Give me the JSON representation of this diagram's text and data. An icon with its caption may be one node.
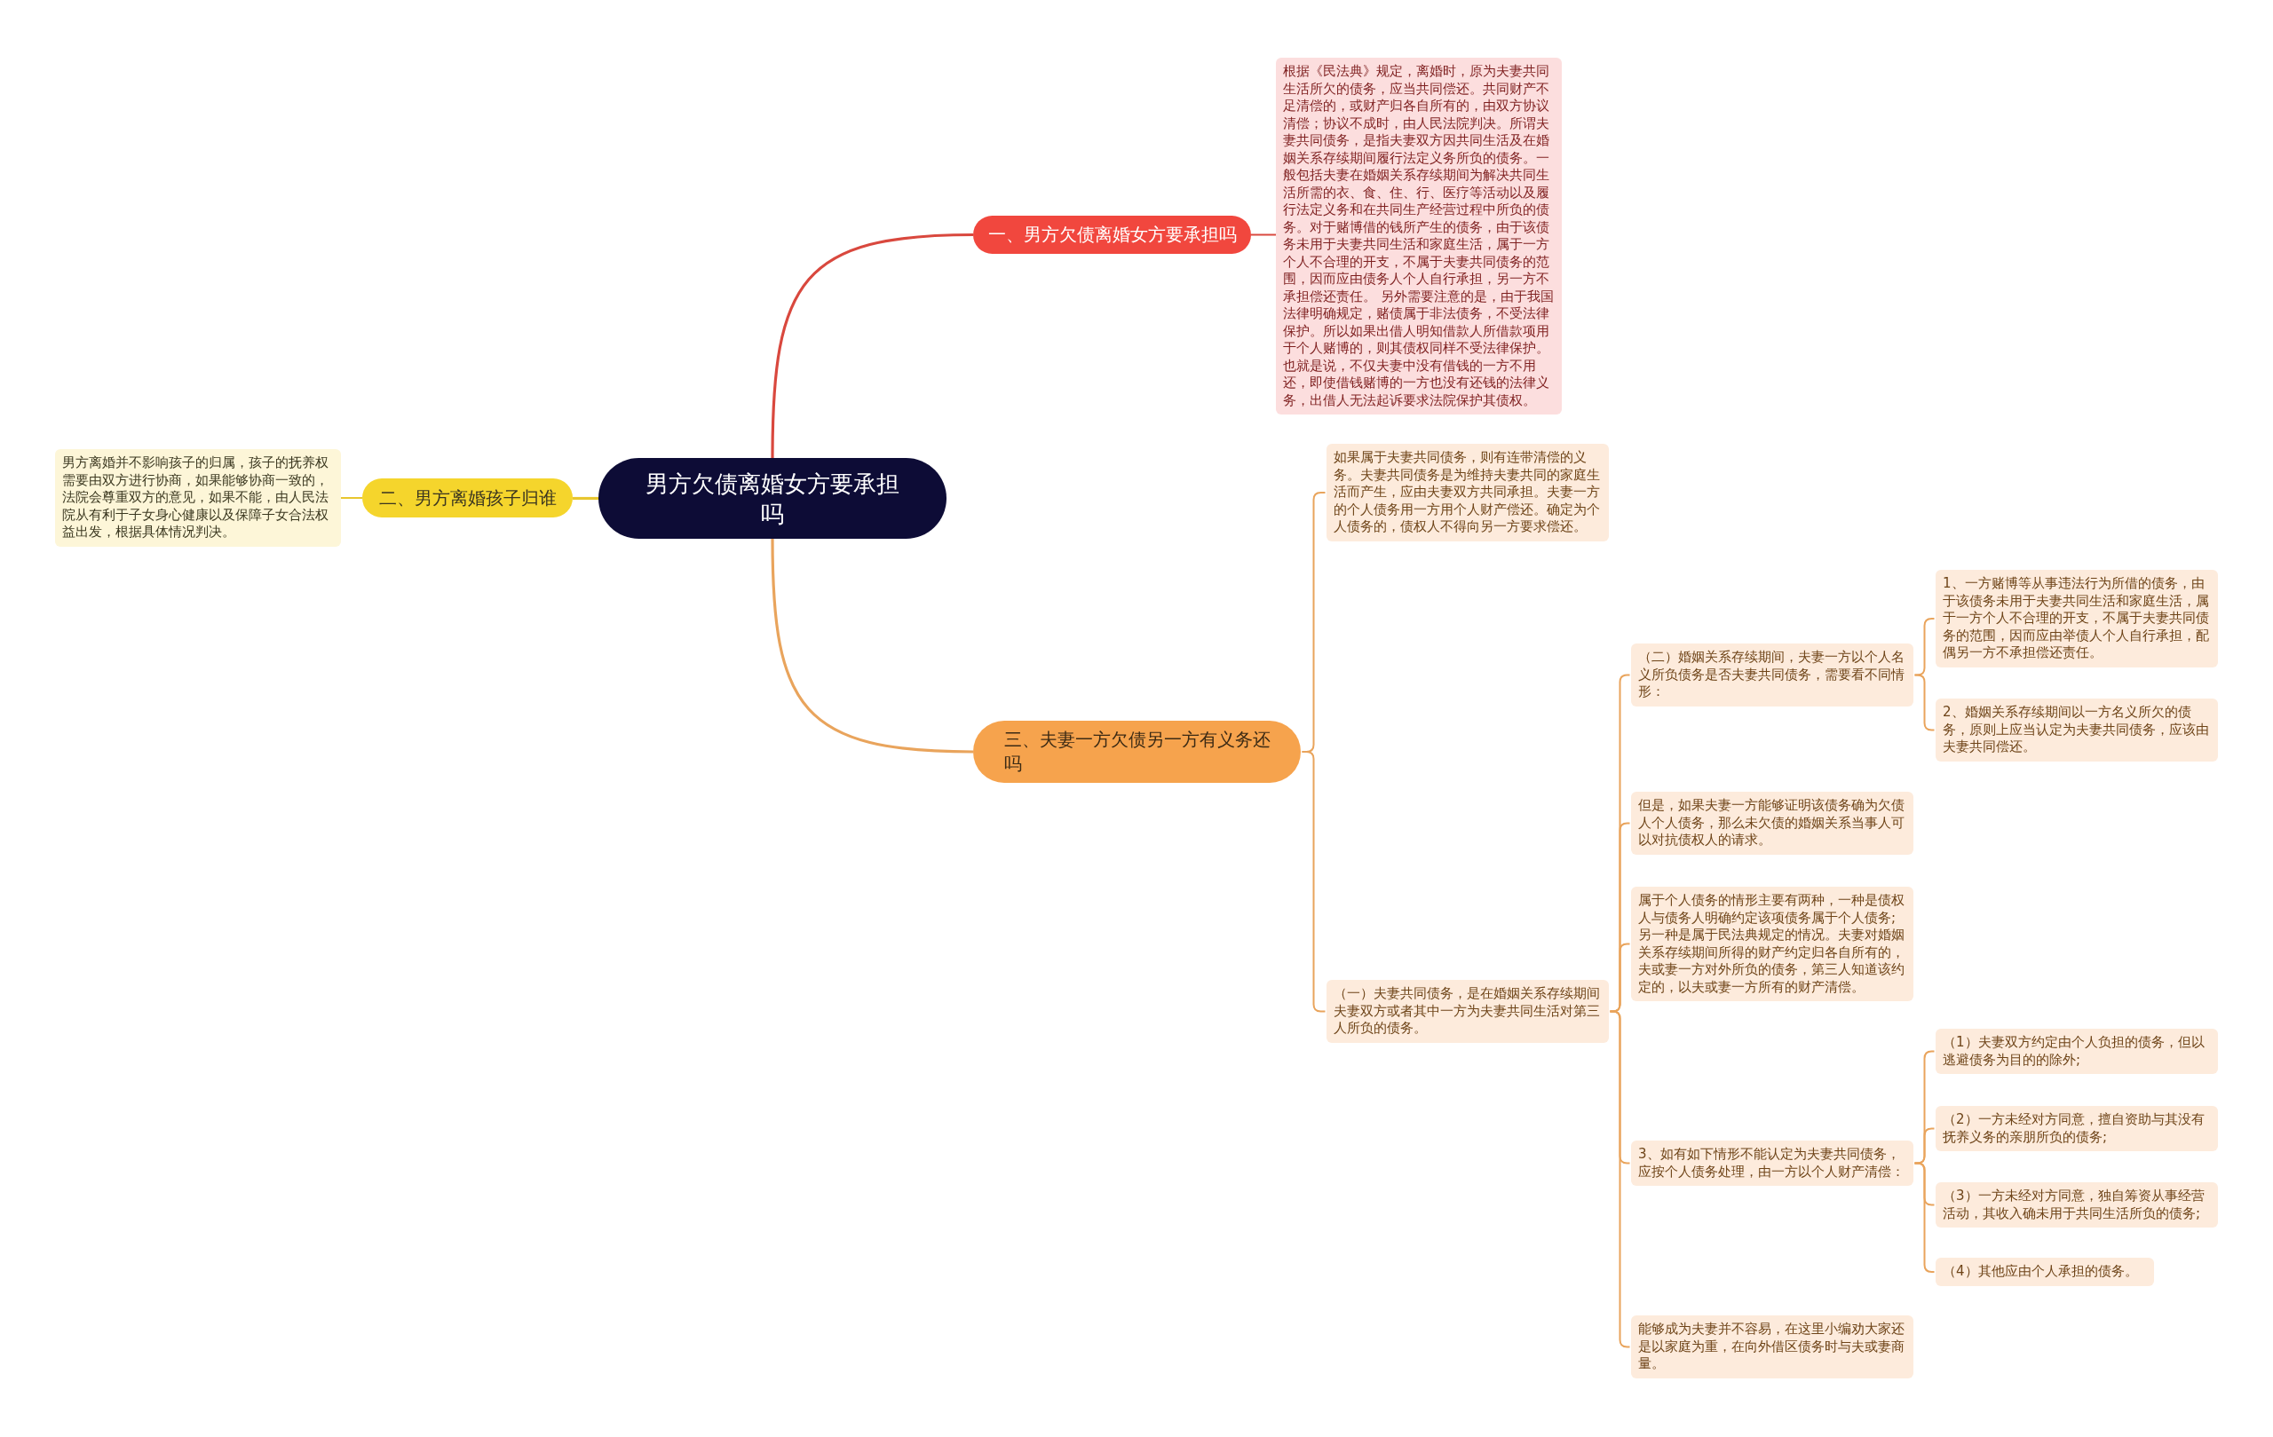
{
  "diagram": {
    "nodes": [
      {
        "text": [
          "男方欠债离婚女方要承担吗"
        ]
      },
      {
        "text": [
          "一、男方欠债离婚女方要承担吗"
        ]
      },
      {
        "text": [
          "根据《民法典》规定，离婚时，原为夫妻共同生活所欠的债务，应当共同偿还。共同财产不足清偿的，或财产归各自所有的，由双方协议清偿；协议不成时，由人民法院判决。所谓夫妻共同债务，是指夫妻双方因共同生活及在婚姻关系存续期间履行法定义务所负的债务。一般包括夫妻在婚姻关系存续期间为解决共同生活所需的衣、食、住、行、医疗等活动以及履行法定义务和在共同生产经营过程中所负的债务。对于赌博借的钱所产生的债务，由于该债务未用于夫妻共同生活和家庭生活，属于一方个人不合理的开支，不属于夫妻共同债务的范围，因而应由债务人个人自行承担，另一方不承担偿还责任。 另外需要注意的是，由于我国法律明确规定，赌债属于非法债务，不受法律保护。所以如果出借人明知借款人所借款项用于个人赌博的，则其债权同样不受法律保护。也就是说，不仅夫妻中没有借钱的一方不用还，即使借钱赌博的一方也没有还钱的法律义务，出借人无法起诉要求法院保护其债权。"
        ]
      },
      {
        "text": [
          "二、男方离婚孩子归谁"
        ]
      },
      {
        "text": [
          "男方离婚并不影响孩子的归属，孩子的抚养权需要由双方进行协商，如果能够协商一致的，法院会尊重双方的意见，如果不能，由人民法院从有利于子女身心健康以及保障子女合法权益出发，根据具体情况判决。"
        ]
      },
      {
        "text": [
          "三、夫妻一方欠债另一方有义务还吗"
        ]
      },
      {
        "text": [
          "如果属于夫妻共同债务，则有连带清偿的义务。夫妻共同债务是为维持夫妻共同的家庭生活而产生，应由夫妻双方共同承担。夫妻一方的个人债务用一方用个人财产偿还。确定为个人债务的，债权人不得向另一方要求偿还。"
        ]
      },
      {
        "text": [
          "（一）夫妻共同债务，是在婚姻关系存续期间夫妻双方或者其中一方为夫妻共同生活对第三人所负的债务。"
        ]
      },
      {
        "text": [
          "（二）婚姻关系存续期间，夫妻一方以个人名义所负债务是否夫妻共同债务，需要看不同情形："
        ]
      },
      {
        "text": [
          "1、一方赌博等从事违法行为所借的债务，由于该债务未用于夫妻共同生活和家庭生活，属于一方个人不合理的开支，不属于夫妻共同债务的范围，因而应由举债人个人自行承担，配偶另一方不承担偿还责任。"
        ]
      },
      {
        "text": [
          "2、婚姻关系存续期间以一方名义所欠的债务，原则上应当认定为夫妻共同债务，应该由夫妻共同偿还。"
        ]
      },
      {
        "text": [
          "但是，如果夫妻一方能够证明该债务确为欠债人个人债务，那么未欠债的婚姻关系当事人可以对抗债权人的请求。"
        ]
      },
      {
        "text": [
          "属于个人债务的情形主要有两种，一种是债权人与债务人明确约定该项债务属于个人债务;另一种是属于民法典规定的情况。夫妻对婚姻关系存续期间所得的财产约定归各自所有的，夫或妻一方对外所负的债务，第三人知道该约定的，以夫或妻一方所有的财产清偿。"
        ]
      },
      {
        "text": [
          "3、如有如下情形不能认定为夫妻共同债务，应按个人债务处理，由一方以个人财产清偿："
        ]
      },
      {
        "text": [
          "（1）夫妻双方约定由个人负担的债务，但以逃避债务为目的的除外;"
        ]
      },
      {
        "text": [
          "（2）一方未经对方同意，擅自资助与其没有抚养义务的亲朋所负的债务;"
        ]
      },
      {
        "text": [
          "（3）一方未经对方同意，独自筹资从事经营活动，其收入确未用于共同生活所负的债务;"
        ]
      },
      {
        "text": [
          "（4）其他应由个人承担的债务。"
        ]
      },
      {
        "text": [
          "能够成为夫妻并不容易，在这里小编劝大家还是以家庭为重，在向外借区债务时与夫或妻商量。"
        ]
      }
    ],
    "edges": [
      {
        "from": 0,
        "to": 1,
        "arrow": "none",
        "color": "#d9483e"
      },
      {
        "from": 1,
        "to": 2,
        "arrow": "none",
        "color": "#d9483e"
      },
      {
        "from": 0,
        "to": 3,
        "arrow": "none",
        "color": "#e8c62e"
      },
      {
        "from": 3,
        "to": 4,
        "arrow": "none",
        "color": "#e8c62e"
      },
      {
        "from": 0,
        "to": 5,
        "arrow": "none"
      },
      {
        "from": 5,
        "to": 6,
        "arrow": "none"
      },
      {
        "from": 5,
        "to": 7,
        "arrow": "none"
      },
      {
        "from": 7,
        "to": 8,
        "arrow": "none"
      },
      {
        "from": 8,
        "to": 9,
        "arrow": "none"
      },
      {
        "from": 8,
        "to": 10,
        "arrow": "none"
      },
      {
        "from": 7,
        "to": 11,
        "arrow": "none"
      },
      {
        "from": 7,
        "to": 12,
        "arrow": "none"
      },
      {
        "from": 7,
        "to": 13,
        "arrow": "none"
      },
      {
        "from": 13,
        "to": 14,
        "arrow": "none"
      },
      {
        "from": 13,
        "to": 15,
        "arrow": "none"
      },
      {
        "from": 13,
        "to": 16,
        "arrow": "none"
      },
      {
        "from": 13,
        "to": 17,
        "arrow": "none"
      },
      {
        "from": 7,
        "to": 18,
        "arrow": "none"
      }
    ]
  }
}
